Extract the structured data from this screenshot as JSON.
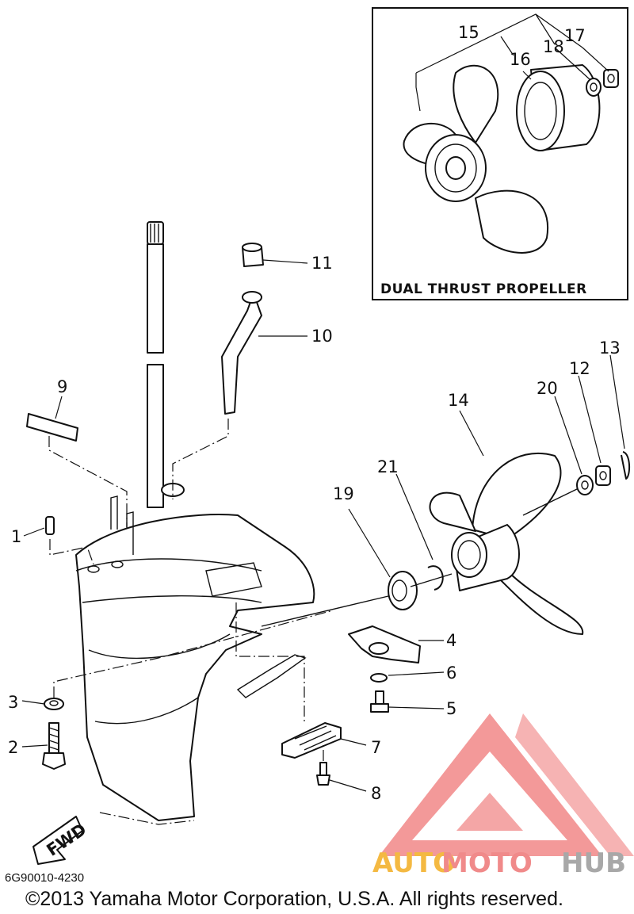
{
  "inset": {
    "title": "DUAL THRUST PROPELLER"
  },
  "callouts": {
    "c1": "1",
    "c2": "2",
    "c3": "3",
    "c4": "4",
    "c5": "5",
    "c6": "6",
    "c7": "7",
    "c8": "8",
    "c9": "9",
    "c10": "10",
    "c11": "11",
    "c12": "12",
    "c13": "13",
    "c14": "14",
    "c15": "15",
    "c16": "16",
    "c17": "17",
    "c18": "18",
    "c19": "19",
    "c20": "20",
    "c21": "21"
  },
  "fwd_label": "FWD",
  "drawing_code": "6G90010-4230",
  "copyright": "©2013 Yamaha Motor Corporation, U.S.A. All rights reserved.",
  "watermark": {
    "part1": "AUTO",
    "part2": "MOTO",
    "part3": "HUB",
    "colors": {
      "auto": "#f4b942",
      "moto": "#f08a8a",
      "hub": "#a8a8a8",
      "mark": "#f08080"
    }
  }
}
